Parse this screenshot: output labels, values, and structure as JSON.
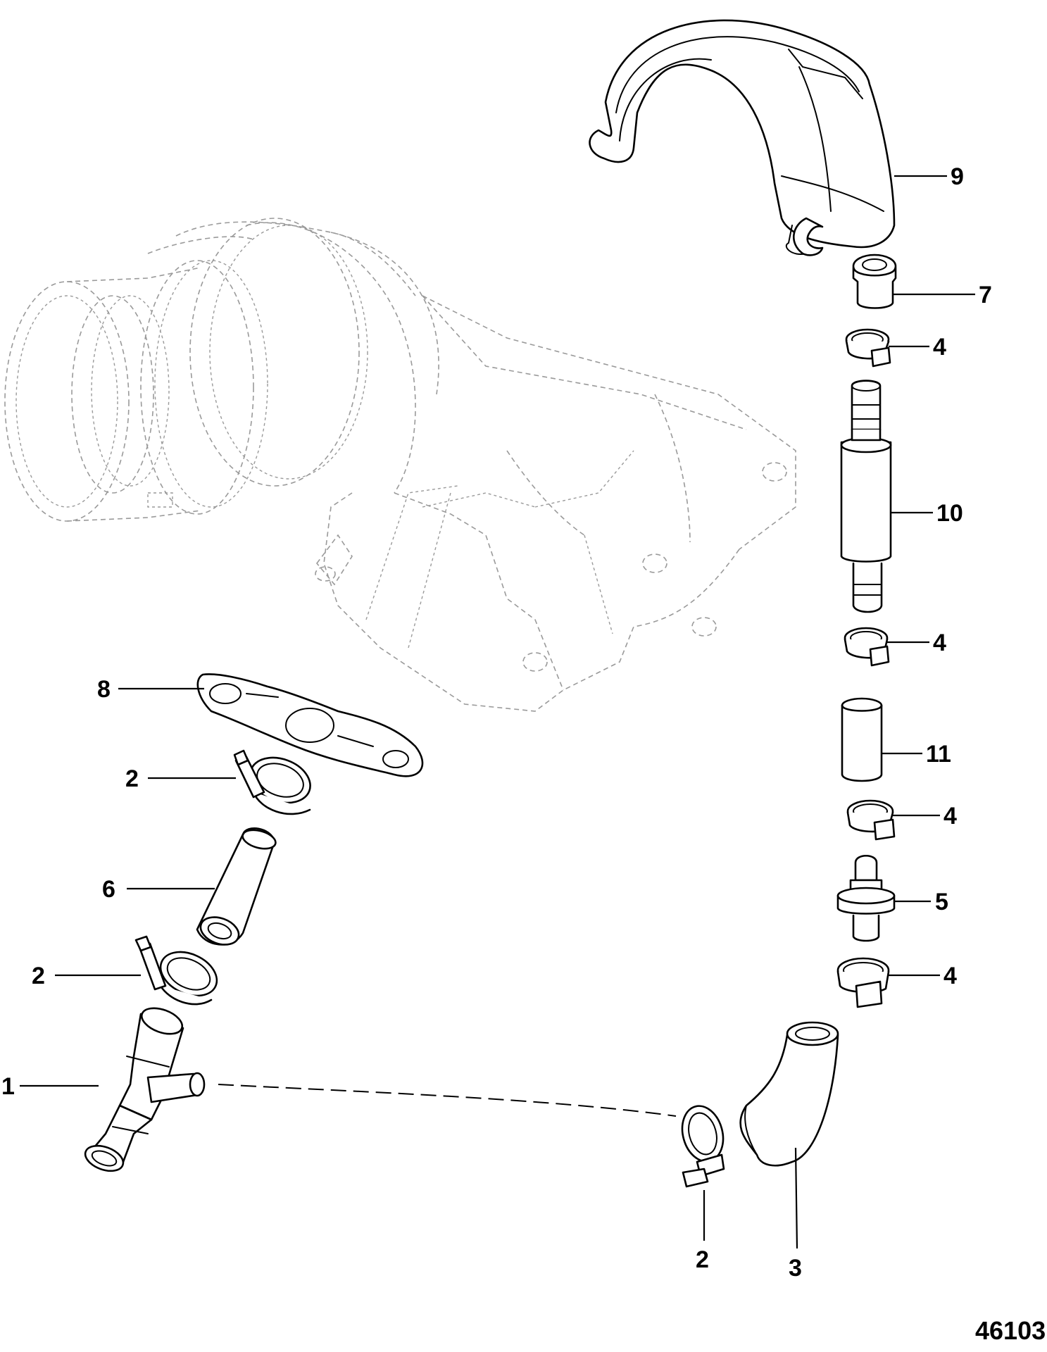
{
  "figure_id": "46103",
  "callouts": [
    {
      "id": "c9",
      "label": "9"
    },
    {
      "id": "c7",
      "label": "7"
    },
    {
      "id": "c4a",
      "label": "4"
    },
    {
      "id": "c10",
      "label": "10"
    },
    {
      "id": "c4b",
      "label": "4"
    },
    {
      "id": "c11",
      "label": "11"
    },
    {
      "id": "c4c",
      "label": "4"
    },
    {
      "id": "c5",
      "label": "5"
    },
    {
      "id": "c4d",
      "label": "4"
    },
    {
      "id": "c8",
      "label": "8"
    },
    {
      "id": "c2a",
      "label": "2"
    },
    {
      "id": "c6",
      "label": "6"
    },
    {
      "id": "c2b",
      "label": "2"
    },
    {
      "id": "c1",
      "label": "1"
    },
    {
      "id": "c2c",
      "label": "2"
    },
    {
      "id": "c3",
      "label": "3"
    }
  ]
}
